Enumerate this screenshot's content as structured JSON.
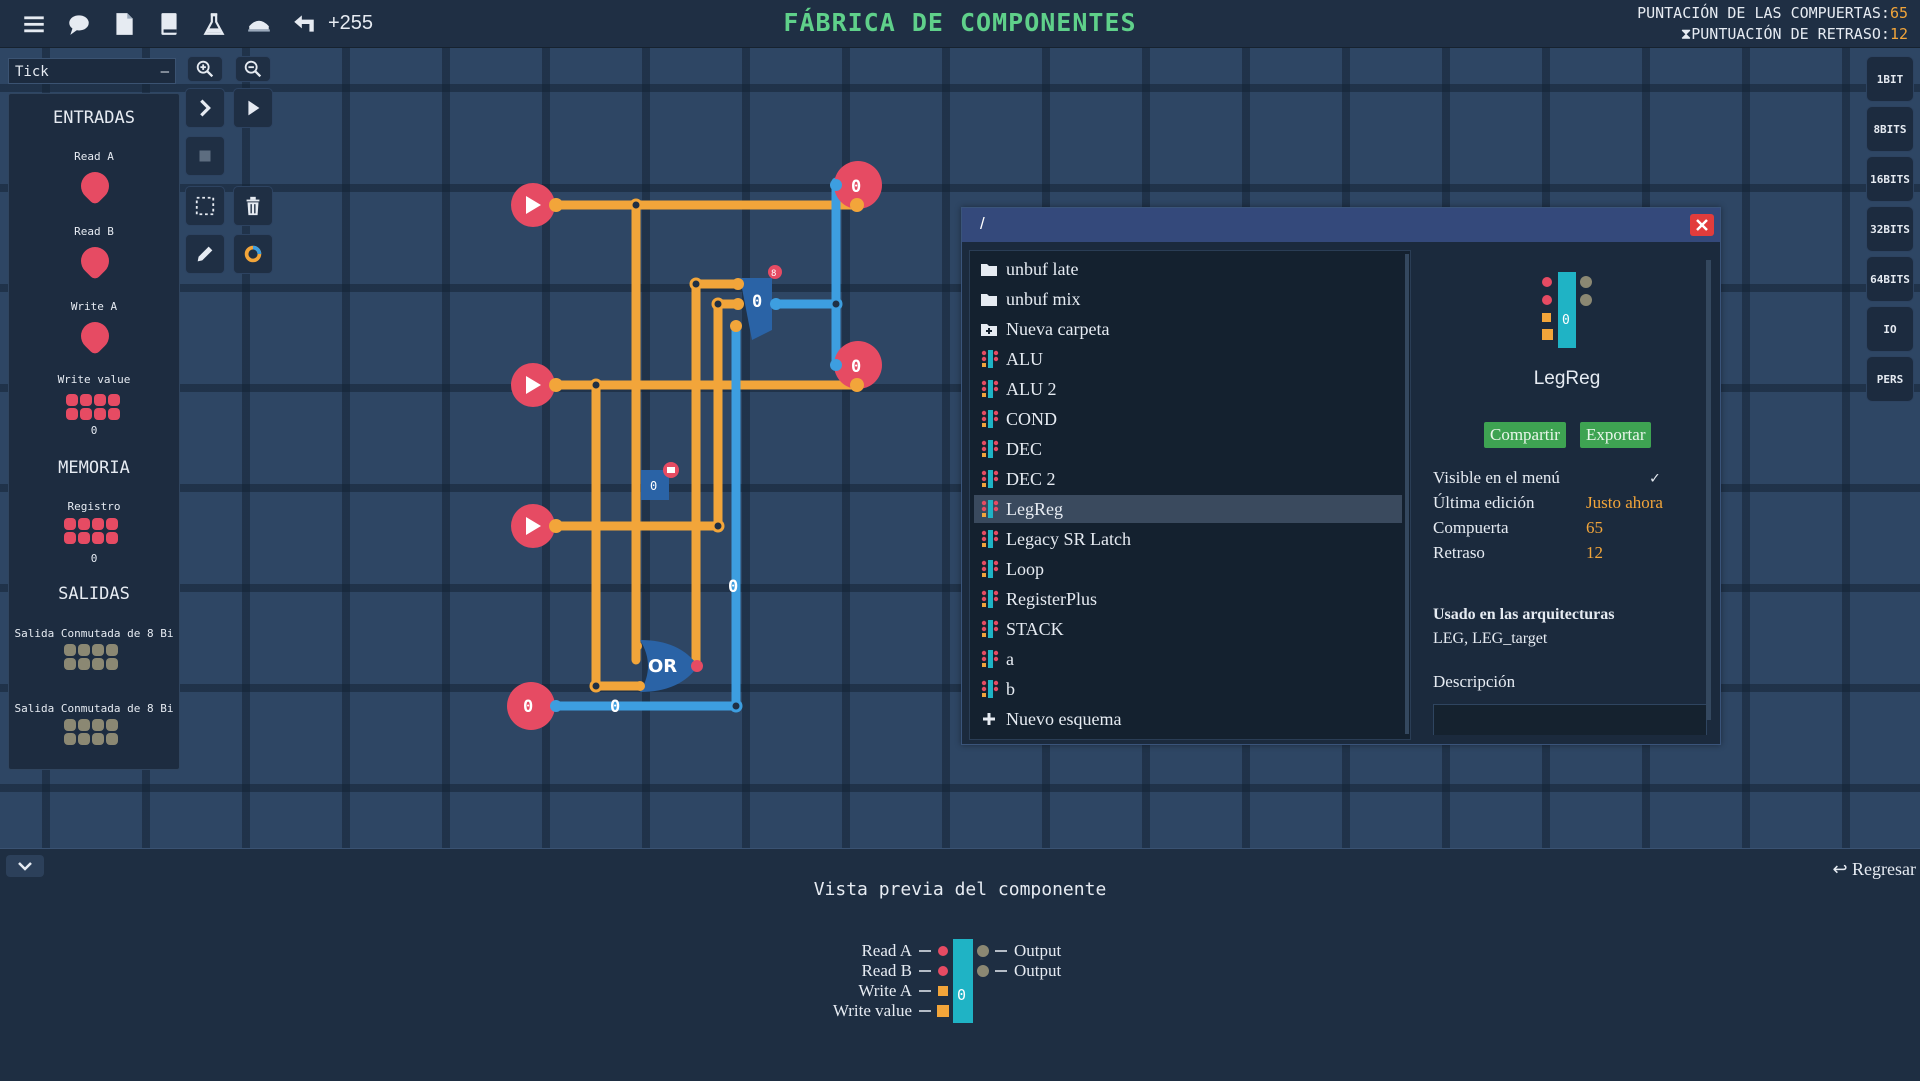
{
  "app": {
    "title": "FÁBRICA DE COMPONENTES",
    "delay_counter": "+255"
  },
  "toolbar_icons": [
    "menu-icon",
    "chat-icon",
    "page-icon",
    "book-icon",
    "flask-icon",
    "hat-icon",
    "undo-arrow-icon"
  ],
  "scores": {
    "gates_label": "PUNTACIÓN DE LAS COMPUERTAS:",
    "gates_value": "65",
    "delay_label": "PUNTUACIÓN DE RETRASO:",
    "delay_value": "12"
  },
  "tick": {
    "label": "Tick",
    "collapse": "–"
  },
  "palette": {
    "inputs_title": "ENTRADAS",
    "read_a": "Read A",
    "read_b": "Read B",
    "write_a": "Write A",
    "write_value": "Write value",
    "write_value_num": "0",
    "memory_title": "MEMORIA",
    "register": "Registro",
    "register_num": "0",
    "outputs_title": "SALIDAS",
    "output_1": "Salida Conmutada de 8 Bi",
    "output_2": "Salida Conmutada de 8 Bi"
  },
  "bit_buttons": [
    "1BIT",
    "8BITS",
    "16BITS",
    "32BITS",
    "64BITS",
    "IO",
    "PERS"
  ],
  "circuit": {
    "gate_or": "OR",
    "value_zero": "0",
    "badge_8": "8"
  },
  "dialog": {
    "path": "/",
    "items": [
      {
        "name": "unbuf late",
        "kind": "folder"
      },
      {
        "name": "unbuf mix",
        "kind": "folder"
      },
      {
        "name": "Nueva carpeta",
        "kind": "new-folder"
      },
      {
        "name": "ALU",
        "kind": "schematic"
      },
      {
        "name": "ALU 2",
        "kind": "schematic"
      },
      {
        "name": "COND",
        "kind": "schematic"
      },
      {
        "name": "DEC",
        "kind": "schematic"
      },
      {
        "name": "DEC 2",
        "kind": "schematic"
      },
      {
        "name": "LegReg",
        "kind": "schematic",
        "selected": true
      },
      {
        "name": "Legacy SR Latch",
        "kind": "schematic"
      },
      {
        "name": "Loop",
        "kind": "schematic"
      },
      {
        "name": "RegisterPlus",
        "kind": "schematic"
      },
      {
        "name": "STACK",
        "kind": "schematic"
      },
      {
        "name": "a",
        "kind": "schematic"
      },
      {
        "name": "b",
        "kind": "schematic"
      },
      {
        "name": "Nuevo esquema",
        "kind": "new-schematic"
      }
    ],
    "detail": {
      "name": "LegReg",
      "share": "Compartir",
      "export": "Exportar",
      "visible_label": "Visible en el menú",
      "visible_checked": "✓",
      "last_edit_label": "Última edición",
      "last_edit_value": "Justo ahora",
      "gate_label": "Compuerta",
      "gate_value": "65",
      "delay_label": "Retraso",
      "delay_value": "12",
      "used_in_title": "Usado en las arquitecturas",
      "used_in_value": "LEG, LEG_target",
      "description_label": "Descripción",
      "chip_value": "0"
    }
  },
  "bottom": {
    "back": "Regresar",
    "preview_title": "Vista previa del componente",
    "preview": {
      "in1": "Read A",
      "in2": "Read B",
      "in3": "Write A",
      "in4": "Write value",
      "out1": "Output",
      "out2": "Output",
      "chip_value": "0"
    }
  },
  "colors": {
    "background": "#2e4664",
    "wire_orange": "#f2a53a",
    "wire_blue": "#3d9ee0",
    "pin_red": "#e64b63",
    "title_green": "#5fd08a",
    "button_green": "#3ea352",
    "header_blue": "#34497b",
    "chip_cyan": "#1fb3c5"
  }
}
